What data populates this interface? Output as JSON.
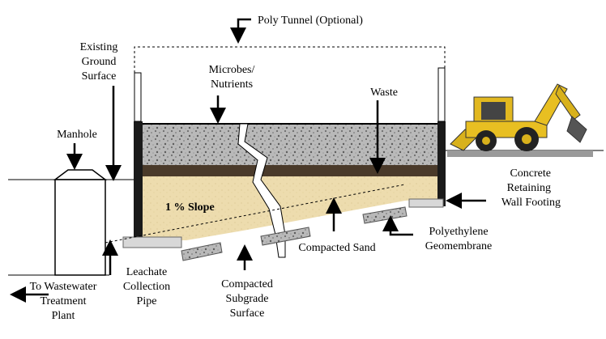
{
  "labels": {
    "poly_tunnel": "Poly Tunnel (Optional)",
    "existing_ground": [
      "Existing",
      "Ground",
      "Surface"
    ],
    "microbes": [
      "Microbes/",
      "Nutrients"
    ],
    "waste": "Waste",
    "manhole": "Manhole",
    "slope": "1 % Slope",
    "concrete_wall": [
      "Concrete",
      "Retaining",
      "Wall Footing"
    ],
    "polyethylene": [
      "Polyethylene",
      "Geomembrane"
    ],
    "compacted_sand": "Compacted Sand",
    "leachate": [
      "Leachate",
      "Collection",
      "Pipe"
    ],
    "subgrade": [
      "Compacted",
      "Subgrade",
      "Surface"
    ],
    "wastewater": [
      "To Wastewater",
      "Treatment",
      "Plant"
    ]
  },
  "colors": {
    "sand": "#eddcae",
    "waste_gravel": "#b7b7b7",
    "dark_band": "#4a3a2a",
    "concrete": "#d8d8d8",
    "geomembrane": "#9a9a9a",
    "wall": "#1a1a1a"
  },
  "icons": [
    "backhoe-loader-icon",
    "manhole-icon"
  ]
}
